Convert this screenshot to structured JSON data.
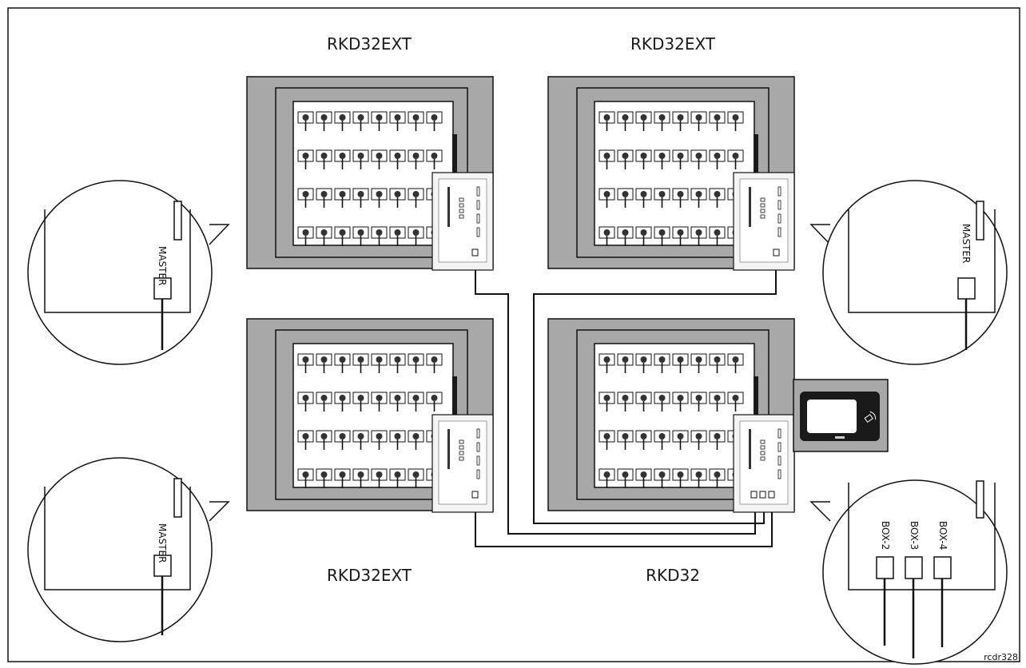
{
  "diagram": {
    "reference_code": "rcdr328",
    "cabinets": [
      {
        "id": "top-left",
        "title": "RKD32EXT"
      },
      {
        "id": "top-right",
        "title": "RKD32EXT"
      },
      {
        "id": "bottom-left",
        "title": "RKD32EXT"
      },
      {
        "id": "bottom-right",
        "title": "RKD32"
      }
    ],
    "callouts": [
      {
        "id": "top-left",
        "labels": [
          "MASTER"
        ]
      },
      {
        "id": "top-right",
        "labels": [
          "MASTER"
        ]
      },
      {
        "id": "bottom-left",
        "labels": [
          "MASTER"
        ]
      },
      {
        "id": "bottom-right",
        "labels": [
          "BOX-2",
          "BOX-3",
          "BOX-4"
        ]
      }
    ],
    "colors": {
      "line": "#111111",
      "cabinet_frame": "#a8a8a8",
      "panel": "#ffffff",
      "screen": "#1a1a1a"
    }
  }
}
